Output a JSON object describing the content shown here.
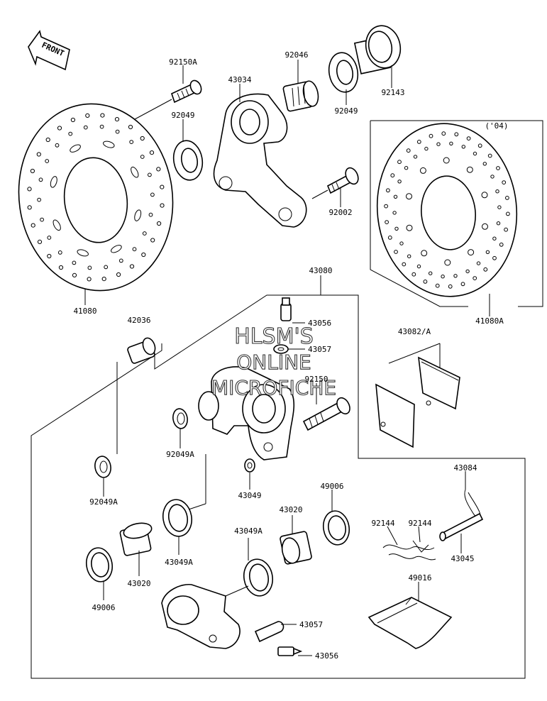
{
  "front_label": "FRONT",
  "watermark": [
    "HLSM'S",
    "ONLINE",
    "MICROFICHE"
  ],
  "year_note": "('04)",
  "labels": [
    {
      "id": "92150A",
      "text": "92150A"
    },
    {
      "id": "92049-top",
      "text": "92049"
    },
    {
      "id": "43034",
      "text": "43034"
    },
    {
      "id": "92046",
      "text": "92046"
    },
    {
      "id": "92049-right",
      "text": "92049"
    },
    {
      "id": "92143",
      "text": "92143"
    },
    {
      "id": "92002",
      "text": "92002"
    },
    {
      "id": "41080",
      "text": "41080"
    },
    {
      "id": "41080A",
      "text": "41080A"
    },
    {
      "id": "43080",
      "text": "43080"
    },
    {
      "id": "42036",
      "text": "42036"
    },
    {
      "id": "43056-top",
      "text": "43056"
    },
    {
      "id": "43057-top",
      "text": "43057"
    },
    {
      "id": "43082A",
      "text": "43082/A"
    },
    {
      "id": "92150",
      "text": "92150"
    },
    {
      "id": "92049A-mid",
      "text": "92049A"
    },
    {
      "id": "92049A-left",
      "text": "92049A"
    },
    {
      "id": "43049",
      "text": "43049"
    },
    {
      "id": "43084",
      "text": "43084"
    },
    {
      "id": "49006-right",
      "text": "49006"
    },
    {
      "id": "43020-right",
      "text": "43020"
    },
    {
      "id": "92144-a",
      "text": "92144"
    },
    {
      "id": "92144-b",
      "text": "92144"
    },
    {
      "id": "43045",
      "text": "43045"
    },
    {
      "id": "43049A-left",
      "text": "43049A"
    },
    {
      "id": "43049A-mid",
      "text": "43049A"
    },
    {
      "id": "49016",
      "text": "49016"
    },
    {
      "id": "49006-left",
      "text": "49006"
    },
    {
      "id": "43020-left",
      "text": "43020"
    },
    {
      "id": "43057-bottom",
      "text": "43057"
    },
    {
      "id": "43056-bottom",
      "text": "43056"
    }
  ]
}
